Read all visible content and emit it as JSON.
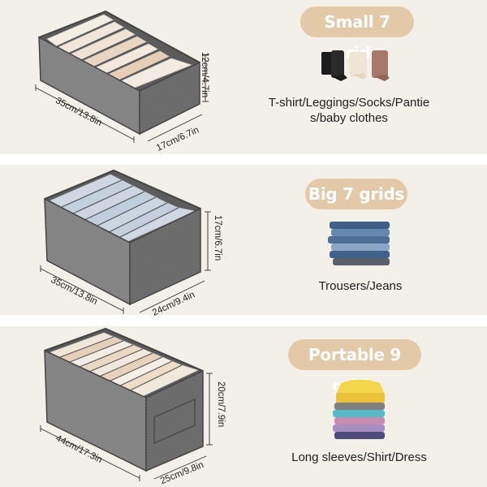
{
  "panels": [
    {
      "title": "Small 7 grids",
      "caption": "T-shirt/Leggings/Socks/Pantie s/baby  clothes",
      "length": "35cm/13.8in",
      "width": "17cm/6.7in",
      "height": "12cm/4.7in"
    },
    {
      "title": "Big 7 grids",
      "caption": "Trousers/Jeans",
      "length": "35cm/13.8in",
      "width": "24cm/9.4in",
      "height": "17cm/6.7in"
    },
    {
      "title": "Portable 9 grids",
      "caption": "Long sleeves/Shirt/Dress",
      "length": "44cm/17.3in",
      "width": "25cm/9.8in",
      "height": "20cm/7.9in"
    }
  ],
  "colors": {
    "panel_bg": "#f3efe9",
    "title_pill": "#e3c9a8",
    "box_fabric": "#7d7d7d"
  }
}
